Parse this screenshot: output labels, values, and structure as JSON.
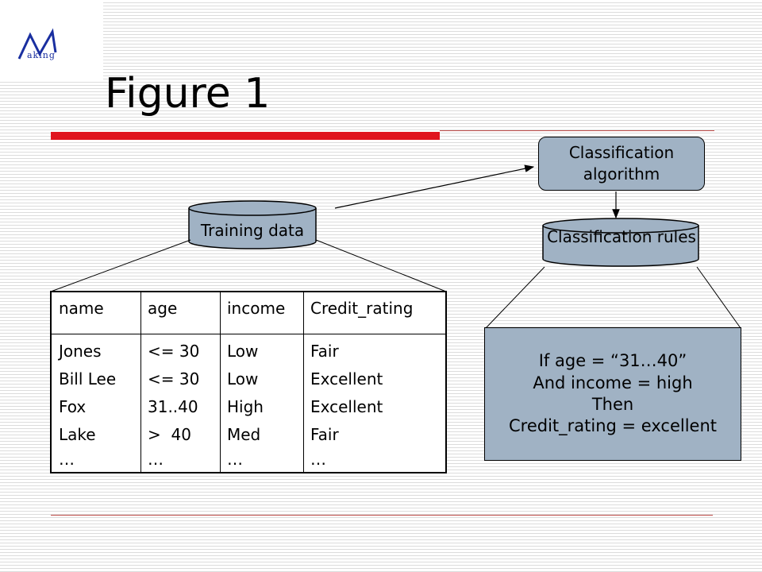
{
  "logo": {
    "text": "aking"
  },
  "title": "Figure 1",
  "training_data": {
    "label": "Training data"
  },
  "algorithm": {
    "label": "Classification\nalgorithm"
  },
  "rules": {
    "label": "Classification rules"
  },
  "table": {
    "headers": [
      "name",
      "age",
      "income",
      "Credit_rating"
    ],
    "rows": [
      [
        "Jones",
        "<= 30",
        "Low",
        "Fair"
      ],
      [
        "Bill Lee",
        "<= 30",
        "Low",
        "Excellent"
      ],
      [
        "Fox",
        "31..40",
        "High",
        "Excellent"
      ],
      [
        "Lake",
        ">  40",
        "Med",
        "Fair"
      ],
      [
        "…",
        "…",
        "…",
        "…"
      ]
    ]
  },
  "rule_text": {
    "line1": "If age = “31…40”",
    "line2": "And income = high",
    "line3": "Then",
    "line4": "Credit_rating = excellent"
  },
  "colors": {
    "accent_red": "#e0141e",
    "shape_fill": "#a0b2c4",
    "logo_blue": "#1a2fa0"
  }
}
